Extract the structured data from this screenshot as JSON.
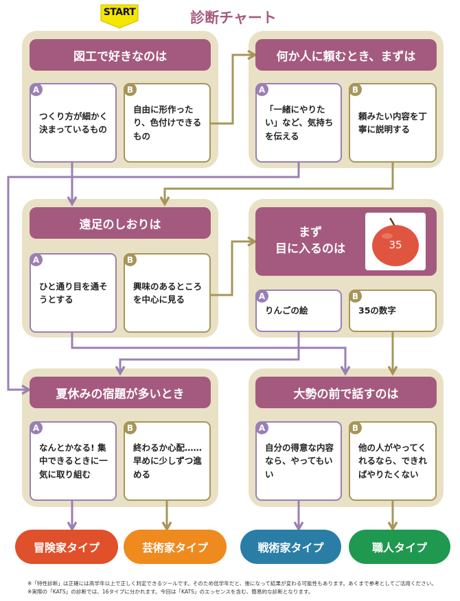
{
  "title": "診断チャート",
  "start_label": "START",
  "colors": {
    "header": "#a45a7e",
    "panel": "#e9e1c5",
    "choice_a": "#9a7fb3",
    "choice_b": "#a6955a",
    "start": "#f5e600"
  },
  "questions": [
    {
      "q": "図工で好きなのは",
      "a": "つくり方が細かく決まっているもの",
      "b": "自由に形作ったり、色付けできるもの"
    },
    {
      "q": "何か人に頼むとき、まずは",
      "a": "「一緒にやりたい」など、気持ちを伝える",
      "b": "頼みたい内容を丁寧に説明する"
    },
    {
      "q": "遠足のしおりは",
      "a": "ひと通り目を通そうとする",
      "b": "興味のあるところを中心に見る"
    },
    {
      "q": "まず目に入るのは",
      "q1": "まず",
      "q2": "目に入るのは",
      "a": "りんごの絵",
      "b": "35の数字",
      "apple_number": "35"
    },
    {
      "q": "夏休みの宿題が多いとき",
      "a": "なんとかなる! 集中できるときに一気に取り組む",
      "b": "終わるか心配…… 早めに少しずつ進める"
    },
    {
      "q": "大勢の前で話すのは",
      "a": "自分の得意な内容なら、やってもいい",
      "b": "他の人がやってくれるなら、できればやりたくない"
    }
  ],
  "badges": {
    "a": "A",
    "b": "B"
  },
  "results": [
    {
      "label": "冒険家タイプ",
      "color": "#e0502a"
    },
    {
      "label": "芸術家タイプ",
      "color": "#ef8a1f"
    },
    {
      "label": "戦術家タイプ",
      "color": "#2a7ea6"
    },
    {
      "label": "職人タイプ",
      "color": "#1f9850"
    }
  ],
  "notes": [
    "※「特性診断」は正確には高学年以上で正しく判定できるツールです。そのため低学年だと、後になって結果が変わる可能性もあります。あくまで参考としてご活用ください。",
    "※実際の「KATS」の診断では、16タイプに分かれます。今回は「KATS」のエッセンスを含む、簡易的な診断となります。"
  ]
}
